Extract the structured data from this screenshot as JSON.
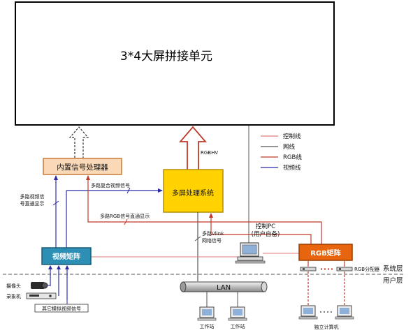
{
  "wall": {
    "title": "3*4大屏拼接单元"
  },
  "boxes": {
    "builtin_processor": "内置信号处理器",
    "multi_screen": "多屏处理系统",
    "video_matrix": "视频矩阵",
    "rgb_matrix": "RGB矩阵",
    "lan": "LAN"
  },
  "labels": {
    "rgbhv": "RGBHV",
    "composite_video": "多路复合视频信号",
    "video_direct_1": "多路视频信",
    "video_direct_2": "号直通显示",
    "rgb_direct": "多路RGB信号直通显示",
    "vlink_1": "多路Vlink",
    "vlink_2": "网络信号",
    "control_pc_1": "控制PC",
    "control_pc_2": "(用户自备)",
    "rgb_splitter": "RGB分配器",
    "system_layer": "系统层",
    "user_layer": "用户层",
    "camera": "摄像头",
    "recorder": "录象机",
    "other_video": "其它模拟视频信号",
    "workstation_1": "工作站",
    "workstation_2": "工作站",
    "standalone_pc": "独立计算机"
  },
  "legend": [
    {
      "label": "控制线",
      "color": "#e07a7a"
    },
    {
      "label": "网线",
      "color": "#555555"
    },
    {
      "label": "RGB线",
      "color": "#c0392b"
    },
    {
      "label": "视频线",
      "color": "#2a2aa8"
    }
  ],
  "colors": {
    "processor_fill": "#fcd9b6",
    "multi_screen_fill": "#ffd200",
    "video_matrix_fill": "#2e8fb5",
    "rgb_matrix_fill": "#e8650f",
    "rgb_line": "#c0392b",
    "control_line": "#e07a7a",
    "video_line": "#2a2aa8",
    "net_line": "#555555"
  }
}
